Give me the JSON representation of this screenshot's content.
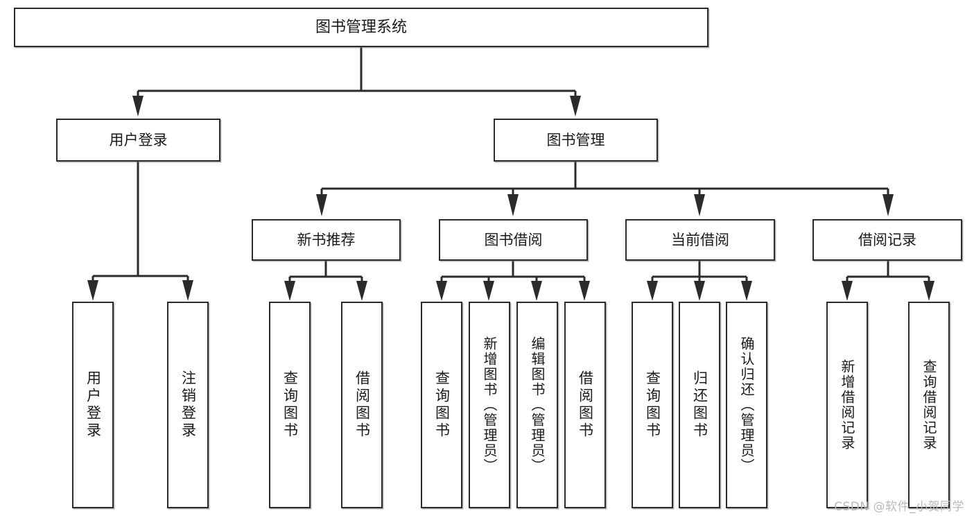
{
  "diagram": {
    "type": "tree-hierarchy",
    "title": "图书管理系统",
    "orientation": "top-down",
    "colors": {
      "background": "#ffffff",
      "box_border": "#2b2b2b",
      "box_fill": "#ffffff",
      "connector": "#2b2b2b",
      "text": "#1a1a1a",
      "watermark": "#b9b9b9"
    },
    "root": {
      "label": "图书管理系统"
    },
    "level2": [
      {
        "label": "用户登录"
      },
      {
        "label": "图书管理"
      }
    ],
    "level3": [
      {
        "label": "新书推荐"
      },
      {
        "label": "图书借阅"
      },
      {
        "label": "当前借阅"
      },
      {
        "label": "借阅记录"
      }
    ],
    "leaves": {
      "user_login": [
        {
          "label": "用户登录"
        },
        {
          "label": "注销登录"
        }
      ],
      "new_book_recommend": [
        {
          "label": "查询图书"
        },
        {
          "label": "借阅图书"
        }
      ],
      "book_borrow": [
        {
          "label": "查询图书"
        },
        {
          "label": "新增图书（管理员）"
        },
        {
          "label": "编辑图书（管理员）"
        },
        {
          "label": "借阅图书"
        }
      ],
      "current_borrow": [
        {
          "label": "查询图书"
        },
        {
          "label": "归还图书"
        },
        {
          "label": "确认归还（管理员）"
        }
      ],
      "borrow_record": [
        {
          "label": "新增借阅记录"
        },
        {
          "label": "查询借阅记录"
        }
      ]
    }
  },
  "watermark": {
    "text": "CSDN @软件_小贺同学"
  }
}
